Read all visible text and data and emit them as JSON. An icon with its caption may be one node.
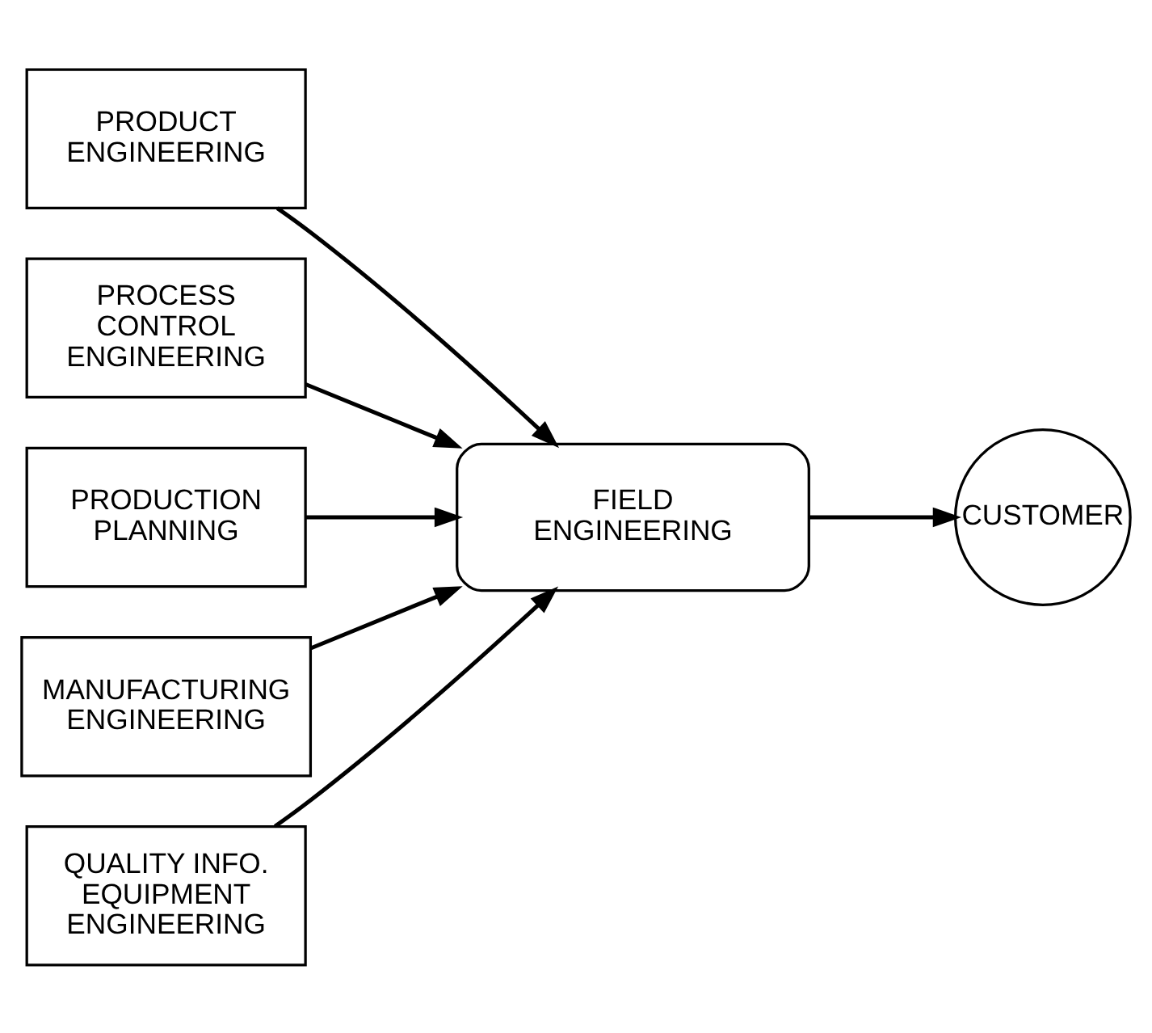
{
  "diagram": {
    "nodes": [
      {
        "text": [
          "PRODUCT ENGINEERING"
        ]
      },
      {
        "text": [
          "PROCESS CONTROL ENGINEERING"
        ]
      },
      {
        "text": [
          "PRODUCTION PLANNING"
        ]
      },
      {
        "text": [
          "MANUFACTURING ENGINEERING"
        ]
      },
      {
        "text": [
          "QUALITY INFO. EQUIPMENT ENGINEERING"
        ]
      },
      {
        "text": [
          "FIELD ENGINEERING"
        ]
      },
      {
        "text": [
          "CUSTOMER"
        ]
      }
    ],
    "edges": [
      {
        "from": 0,
        "to": 5,
        "arrow": "to"
      },
      {
        "from": 1,
        "to": 5,
        "arrow": "to"
      },
      {
        "from": 2,
        "to": 5,
        "arrow": "to"
      },
      {
        "from": 3,
        "to": 5,
        "arrow": "to"
      },
      {
        "from": 4,
        "to": 5,
        "arrow": "to"
      },
      {
        "from": 5,
        "to": 6,
        "arrow": "to"
      }
    ]
  }
}
